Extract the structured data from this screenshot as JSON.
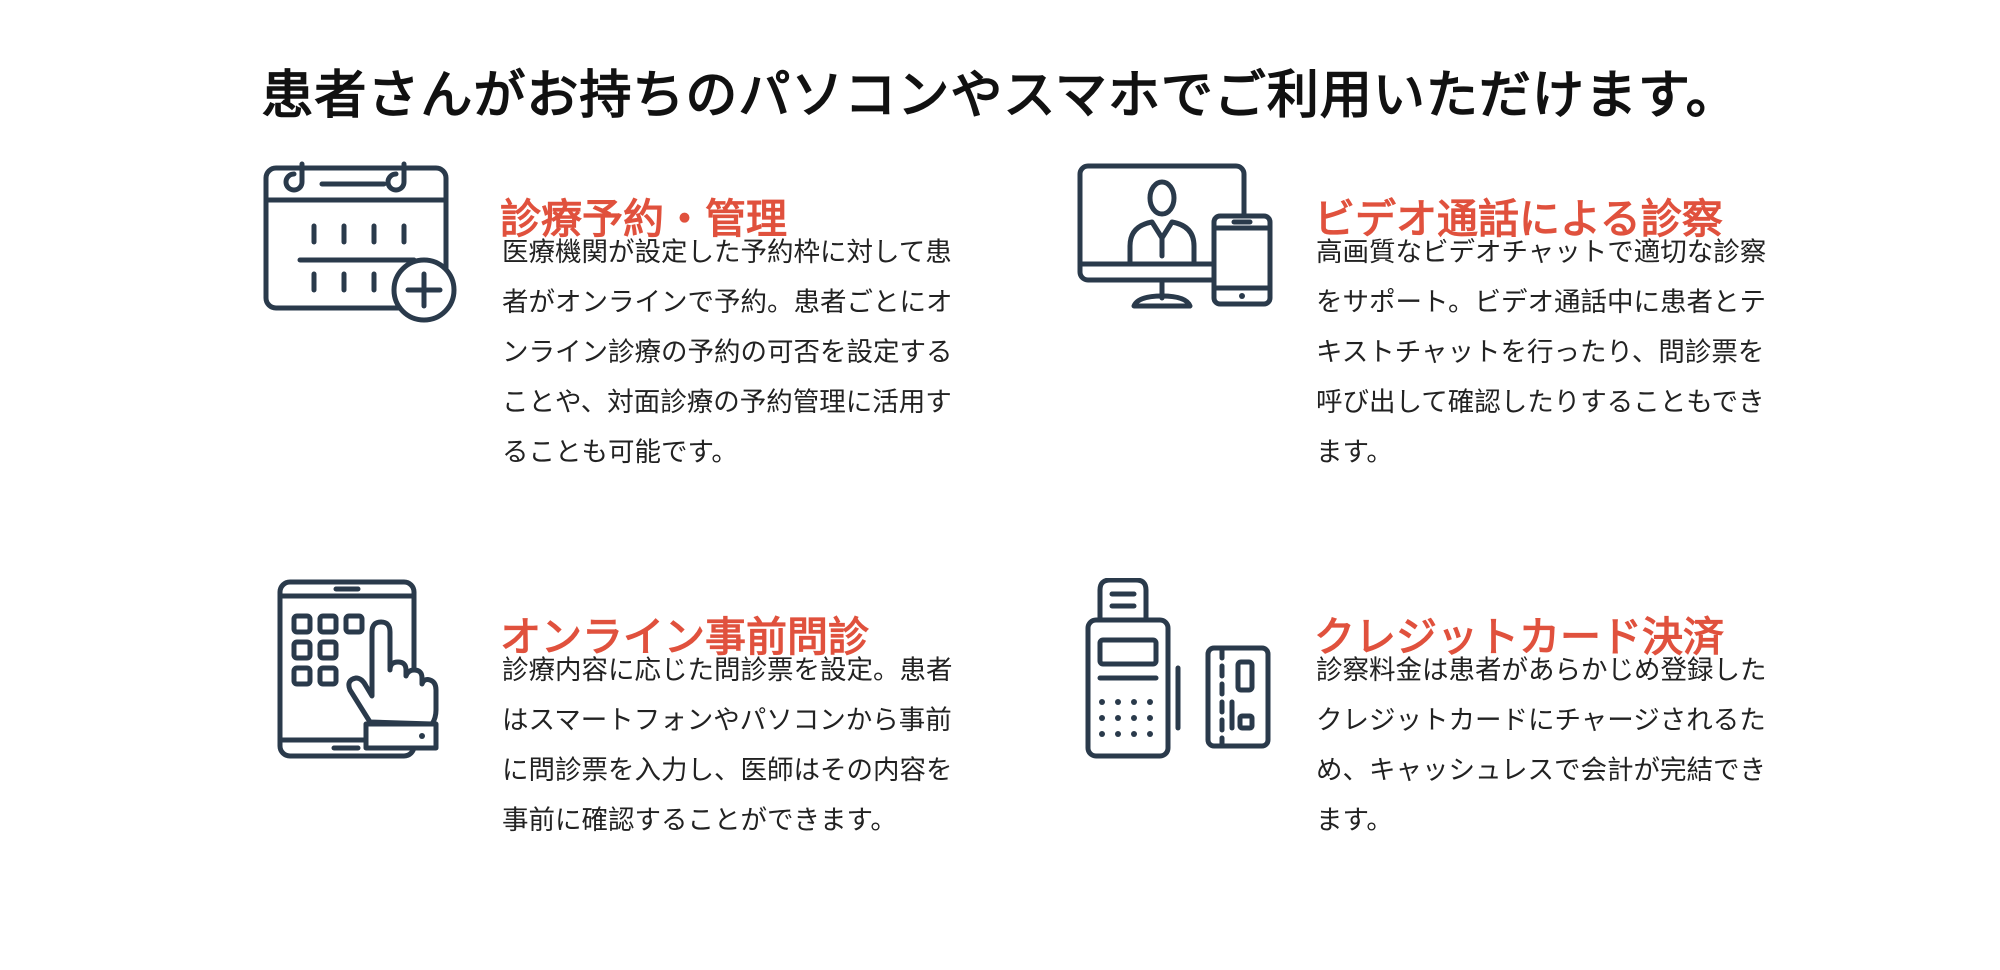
{
  "page": {
    "title": "患者さんがお持ちのパソコンやスマホでご利用いただけます。"
  },
  "colors": {
    "accent": "#e0513d",
    "icon": "#2a3a4b",
    "text": "#222222"
  },
  "features": [
    {
      "icon": "calendar-plus-icon",
      "title": "診療予約・管理",
      "description": "医療機関が設定した予約枠に対して患者がオンラインで予約。患者ごとにオンライン診療の予約の可否を設定することや、対面診療の予約管理に活用することも可能です。"
    },
    {
      "icon": "video-consultation-icon",
      "title": "ビデオ通話による診察",
      "description": "高画質なビデオチャットで適切な診察をサポート。ビデオ通話中に患者とテキストチャットを行ったり、問診票を呼び出して確認したりすることもできます。"
    },
    {
      "icon": "tablet-tap-icon",
      "title": "オンライン事前問診",
      "description": "診療内容に応じた問診票を設定。患者はスマートフォンやパソコンから事前に問診票を入力し、医師はその内容を事前に確認することができます。"
    },
    {
      "icon": "card-payment-icon",
      "title": "クレジットカード決済",
      "description": "診察料金は患者があらかじめ登録したクレジットカードにチャージされるため、キャッシュレスで会計が完結できます。"
    }
  ]
}
